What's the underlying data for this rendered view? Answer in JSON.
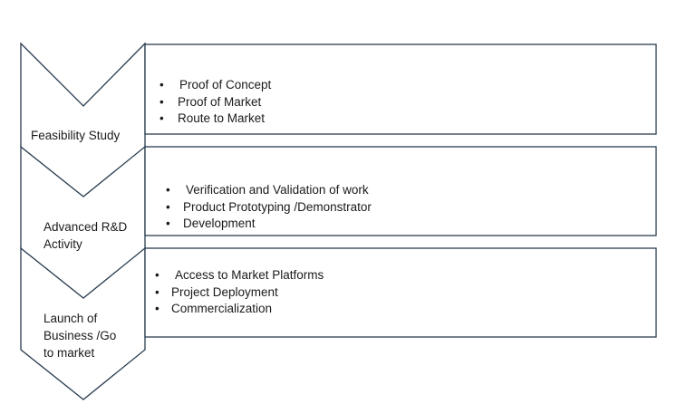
{
  "diagram": {
    "stroke_color": "#2b3d4f",
    "stages": [
      {
        "label": "Feasibility Study",
        "items": [
          "Proof of Concept",
          "Proof of Market",
          "Route to Market"
        ]
      },
      {
        "label": "Advanced R&D\nActivity",
        "items": [
          "Verification and Validation of work",
          "Product Prototyping /Demonstrator",
          "Development"
        ]
      },
      {
        "label": "Launch of\nBusiness /Go\nto market",
        "items": [
          "Access to Market Platforms",
          "Project Deployment",
          "Commercialization"
        ]
      }
    ]
  }
}
